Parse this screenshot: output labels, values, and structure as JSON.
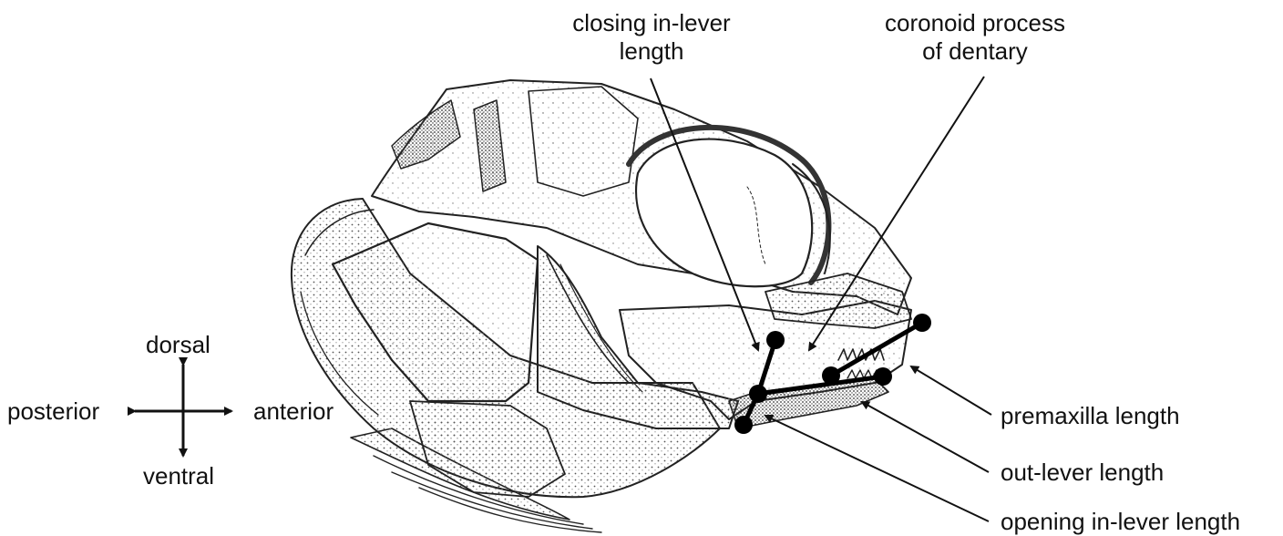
{
  "labels": {
    "closing_inlever": [
      "closing in-lever",
      "length"
    ],
    "coronoid": [
      "coronoid process",
      "of dentary"
    ],
    "premaxilla": "premaxilla length",
    "outlever": "out-lever length",
    "opening_inlever": "opening in-lever length"
  },
  "orientation": {
    "dorsal": "dorsal",
    "ventral": "ventral",
    "posterior": "posterior",
    "anterior": "anterior"
  },
  "colors": {
    "ink": "#111111",
    "background": "#ffffff",
    "stipple": "#5a5a5a"
  }
}
